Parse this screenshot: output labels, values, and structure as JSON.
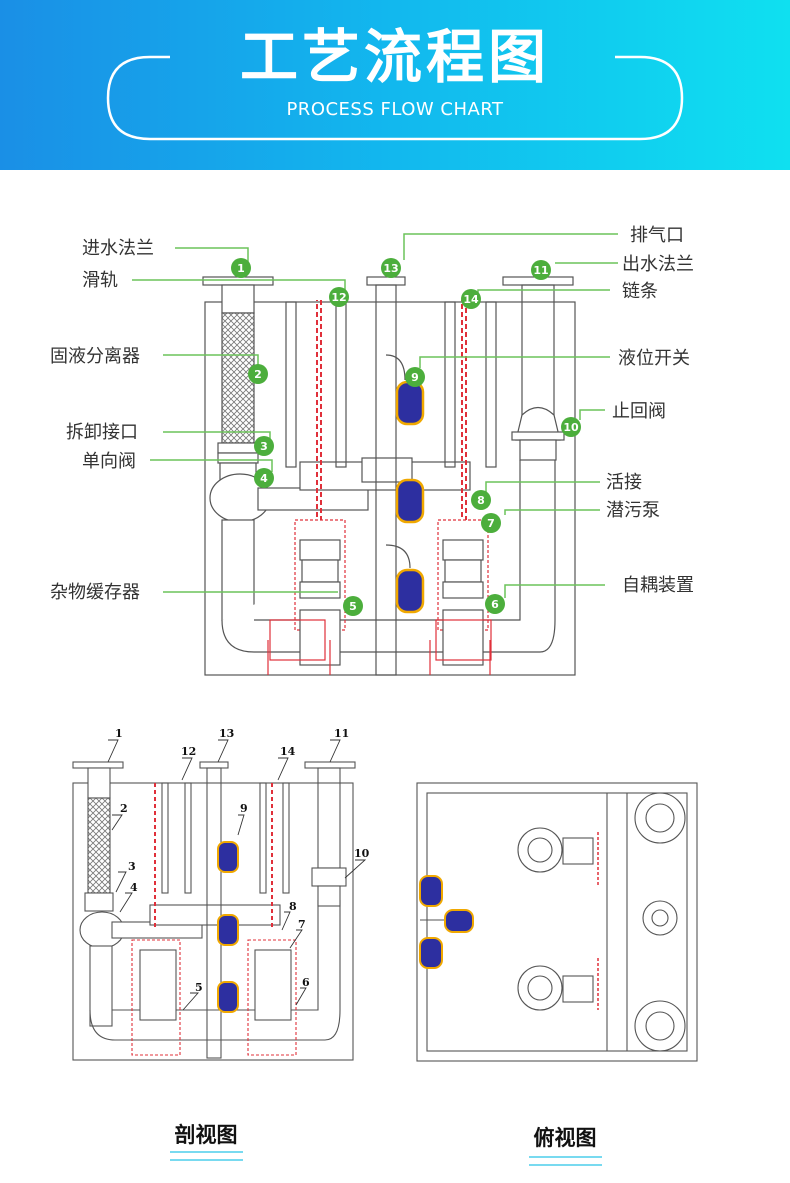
{
  "header": {
    "title": "工艺流程图",
    "subtitle": "PROCESS FLOW CHART"
  },
  "components": [
    {
      "num": "1",
      "label": "进水法兰"
    },
    {
      "num": "12",
      "label": "滑轨"
    },
    {
      "num": "2",
      "label": "固液分离器"
    },
    {
      "num": "3",
      "label": "拆卸接口"
    },
    {
      "num": "4",
      "label": "单向阀"
    },
    {
      "num": "5",
      "label": "杂物缓存器"
    },
    {
      "num": "13",
      "label": "排气口"
    },
    {
      "num": "11",
      "label": "出水法兰"
    },
    {
      "num": "14",
      "label": "链条"
    },
    {
      "num": "9",
      "label": "液位开关"
    },
    {
      "num": "10",
      "label": "止回阀"
    },
    {
      "num": "8",
      "label": "活接"
    },
    {
      "num": "7",
      "label": "潜污泵"
    },
    {
      "num": "6",
      "label": "自耦装置"
    }
  ],
  "captions": {
    "section_view": "剖视图",
    "top_view": "俯视图"
  },
  "colors": {
    "header_left": "#1a8fe6",
    "header_right": "#0fe0f0",
    "badge_green": "#4cae3c",
    "leader_green": "#6cc35a",
    "chain_red": "#e0303a",
    "float_blue": "#2d2fa0",
    "float_yellow": "#f0a800",
    "caption_underline": "#27c4e8"
  }
}
